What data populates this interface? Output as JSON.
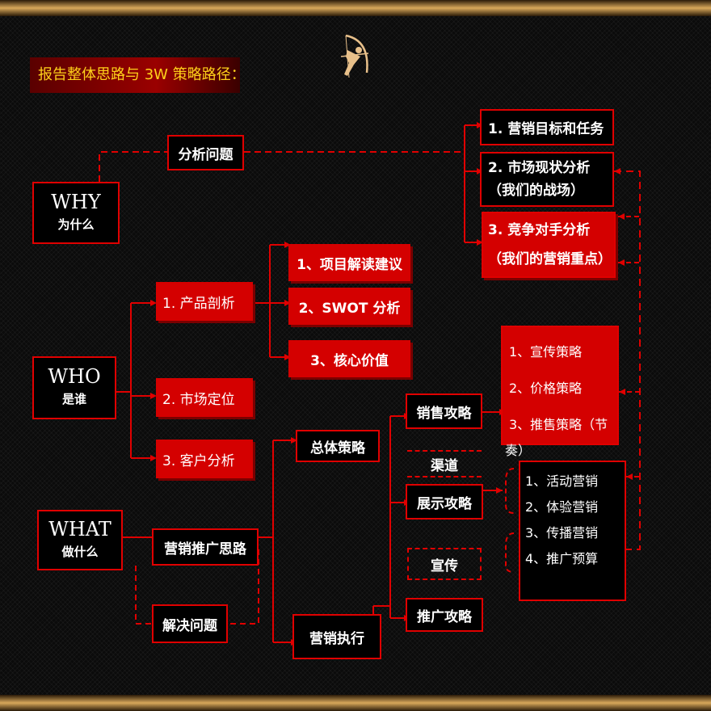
{
  "title": "报告整体思路与 3W 策略路径：",
  "logo_icon": "archer-icon",
  "why": {
    "main": "WHY",
    "sub": "为什么"
  },
  "who": {
    "main": "WHO",
    "sub": "是谁"
  },
  "what": {
    "main": "WHAT",
    "sub": "做什么"
  },
  "analyze_problem": "分析问题",
  "why_items": [
    "1. 营销目标和任务",
    "2. 市场现状分析",
    "（我们的战场）",
    "3. 竞争对手分析",
    "（我们的营销重点）"
  ],
  "who_items": [
    "1. 产品剖析",
    "2. 市场定位",
    "3. 客户分析"
  ],
  "product_items": [
    "1、项目解读建议",
    "2、SWOT 分析",
    "3、核心价值"
  ],
  "what_items": {
    "promo_idea": "营销推广思路",
    "solve": "解决问题",
    "overall": "总体策略",
    "execution": "营销执行"
  },
  "exec_items": {
    "sales": "销售攻略",
    "channel": "渠道",
    "display": "展示攻略",
    "publicity": "宣传",
    "promotion": "推广攻略"
  },
  "sales_strategies": [
    "1、宣传策略",
    "2、价格策略",
    "3、推售策略（节",
    "奏）"
  ],
  "marketing_list": [
    "1、活动营销",
    "2、体验营销",
    "3、传播营销",
    "4、推广预算"
  ],
  "colors": {
    "accent": "#e00000",
    "fill": "#d40000",
    "title_text": "#ffd21a",
    "background": "#0b0b0b"
  }
}
